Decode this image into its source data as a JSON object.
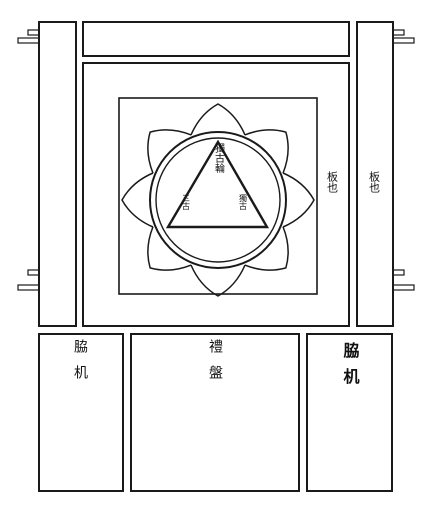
{
  "labels": {
    "center_triangle_top": "獨古輪",
    "center_triangle_left": "三古",
    "center_triangle_right": "獨古",
    "right_panel_left": "板也",
    "right_panel_right": "板也",
    "bottom_left_table": "脇机",
    "bottom_center_table": "禮盤",
    "bottom_right_table": "脇机"
  },
  "icons": {
    "lotus": "eight-petal-lotus-icon",
    "triangle": "triangle-icon",
    "circle": "double-circle-icon"
  },
  "colors": {
    "ink": "#1a1a1a",
    "paper": "#ffffff"
  }
}
